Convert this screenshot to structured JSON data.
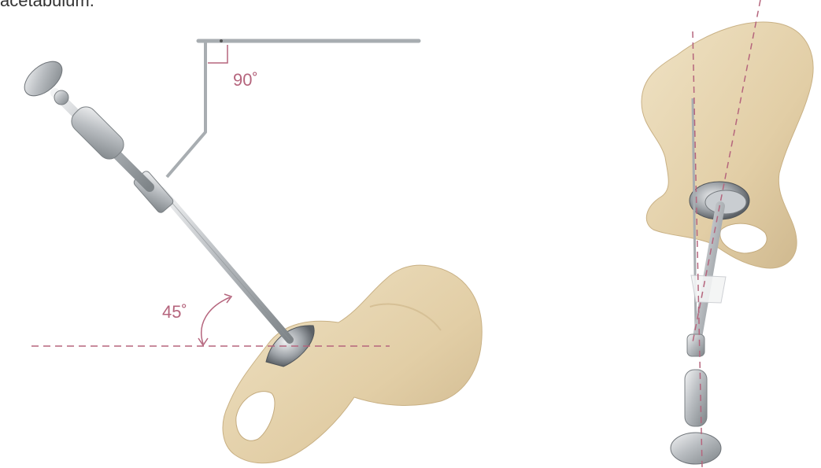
{
  "caption": "acetabulum.",
  "angles": {
    "top": "90˚",
    "left": "45˚"
  },
  "colors": {
    "accent": "#b5657d",
    "bone": "#e6d3ac",
    "metal": "#b8bcc0"
  }
}
